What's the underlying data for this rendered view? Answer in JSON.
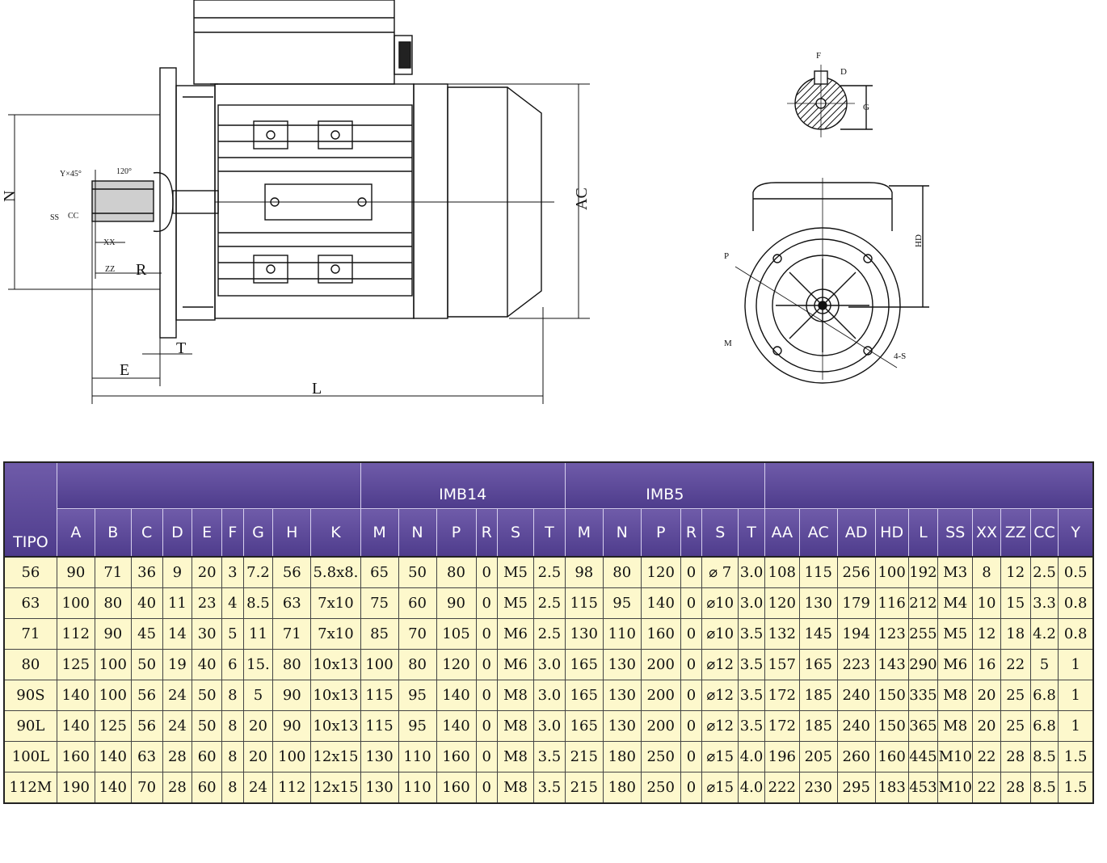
{
  "drawing": {
    "side_view_labels": {
      "N": "N",
      "R": "R",
      "T": "T",
      "E": "E",
      "L": "L",
      "AC": "AC",
      "chamfer": "Y×45°",
      "angle": "120°",
      "SS": "SS",
      "CC": "CC",
      "XX": "XX",
      "ZZ": "ZZ"
    },
    "shaft_labels": {
      "F": "F",
      "D": "D",
      "G": "G"
    },
    "front_view_labels": {
      "HD": "HD",
      "P": "P",
      "M": "M",
      "S": "4-S"
    }
  },
  "table": {
    "group_headers": [
      "",
      "",
      "IMB14",
      "IMB5",
      ""
    ],
    "columns": [
      "TIPO",
      "A",
      "B",
      "C",
      "D",
      "E",
      "F",
      "G",
      "H",
      "K",
      "M",
      "N",
      "P",
      "R",
      "S",
      "T",
      "M",
      "N",
      "P",
      "R",
      "S",
      "T",
      "AA",
      "AC",
      "AD",
      "HD",
      "L",
      "SS",
      "XX",
      "ZZ",
      "CC",
      "Y"
    ],
    "rows": [
      [
        "56",
        "90",
        "71",
        "36",
        "9",
        "20",
        "3",
        "7.2",
        "56",
        "5.8x8.",
        "65",
        "50",
        "80",
        "0",
        "M5",
        "2.5",
        "98",
        "80",
        "120",
        "0",
        "⌀ 7",
        "3.0",
        "108",
        "115",
        "256",
        "100",
        "192",
        "M3",
        "8",
        "12",
        "2.5",
        "0.5"
      ],
      [
        "63",
        "100",
        "80",
        "40",
        "11",
        "23",
        "4",
        "8.5",
        "63",
        "7x10",
        "75",
        "60",
        "90",
        "0",
        "M5",
        "2.5",
        "115",
        "95",
        "140",
        "0",
        "⌀10",
        "3.0",
        "120",
        "130",
        "179",
        "116",
        "212",
        "M4",
        "10",
        "15",
        "3.3",
        "0.8"
      ],
      [
        "71",
        "112",
        "90",
        "45",
        "14",
        "30",
        "5",
        "11",
        "71",
        "7x10",
        "85",
        "70",
        "105",
        "0",
        "M6",
        "2.5",
        "130",
        "110",
        "160",
        "0",
        "⌀10",
        "3.5",
        "132",
        "145",
        "194",
        "123",
        "255",
        "M5",
        "12",
        "18",
        "4.2",
        "0.8"
      ],
      [
        "80",
        "125",
        "100",
        "50",
        "19",
        "40",
        "6",
        "15.",
        "80",
        "10x13",
        "100",
        "80",
        "120",
        "0",
        "M6",
        "3.0",
        "165",
        "130",
        "200",
        "0",
        "⌀12",
        "3.5",
        "157",
        "165",
        "223",
        "143",
        "290",
        "M6",
        "16",
        "22",
        "5",
        "1"
      ],
      [
        "90S",
        "140",
        "100",
        "56",
        "24",
        "50",
        "8",
        "5",
        "90",
        "10x13",
        "115",
        "95",
        "140",
        "0",
        "M8",
        "3.0",
        "165",
        "130",
        "200",
        "0",
        "⌀12",
        "3.5",
        "172",
        "185",
        "240",
        "150",
        "335",
        "M8",
        "20",
        "25",
        "6.8",
        "1"
      ],
      [
        "90L",
        "140",
        "125",
        "56",
        "24",
        "50",
        "8",
        "20",
        "90",
        "10x13",
        "115",
        "95",
        "140",
        "0",
        "M8",
        "3.0",
        "165",
        "130",
        "200",
        "0",
        "⌀12",
        "3.5",
        "172",
        "185",
        "240",
        "150",
        "365",
        "M8",
        "20",
        "25",
        "6.8",
        "1"
      ],
      [
        "100L",
        "160",
        "140",
        "63",
        "28",
        "60",
        "8",
        "20",
        "100",
        "12x15",
        "130",
        "110",
        "160",
        "0",
        "M8",
        "3.5",
        "215",
        "180",
        "250",
        "0",
        "⌀15",
        "4.0",
        "196",
        "205",
        "260",
        "160",
        "445",
        "M10",
        "22",
        "28",
        "8.5",
        "1.5"
      ],
      [
        "112M",
        "190",
        "140",
        "70",
        "28",
        "60",
        "8",
        "24",
        "112",
        "12x15",
        "130",
        "110",
        "160",
        "0",
        "M8",
        "3.5",
        "215",
        "180",
        "250",
        "0",
        "⌀15",
        "4.0",
        "222",
        "230",
        "295",
        "183",
        "453",
        "M10",
        "22",
        "28",
        "8.5",
        "1.5"
      ]
    ]
  }
}
